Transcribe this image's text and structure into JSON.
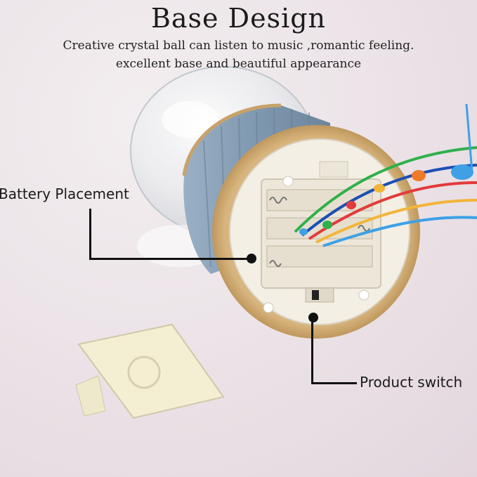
{
  "header": {
    "title": "Base Design",
    "subtitle_line1": "Creative crystal ball can listen to music ,romantic feeling.",
    "subtitle_line2": "excellent base and beautiful appearance"
  },
  "callouts": {
    "battery_label": "Battery Placement",
    "switch_label": "Product switch"
  },
  "colors": {
    "shell_blue": "#8ea6bd",
    "wood_rim": "#c8a26a",
    "inner_plate": "#f3efe4",
    "note_colors": [
      "#3fa0e6",
      "#f2b53a",
      "#f07a2c",
      "#e23b3b",
      "#2fb04a",
      "#1b4fb3",
      "#8e44ad"
    ]
  },
  "icons": [
    "music-notes-icon",
    "battery-coil-icon",
    "slide-switch-icon"
  ]
}
